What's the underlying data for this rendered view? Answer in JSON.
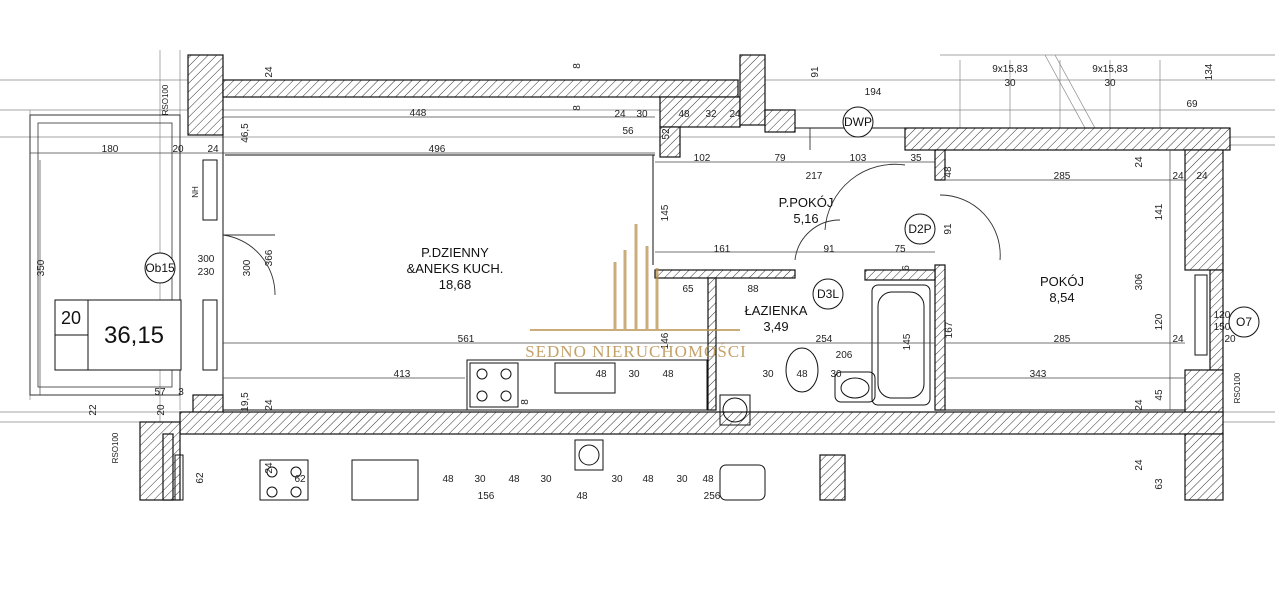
{
  "rooms": {
    "living": {
      "name_line1": "P.DZIENNY",
      "name_line2": "&ANEKS KUCH.",
      "area": "18,68"
    },
    "hall": {
      "name": "P.POKÓJ",
      "area": "5,16"
    },
    "bathroom": {
      "name": "ŁAZIENKA",
      "area": "3,49"
    },
    "bedroom": {
      "name": "POKÓJ",
      "area": "8,54"
    }
  },
  "unit": {
    "floor_code": "20",
    "total_area": "36,15"
  },
  "tags": {
    "ob15": "Ob15",
    "dwp": "DWP",
    "d2p": "D2P",
    "d3l": "D3L",
    "o7": "O7"
  },
  "stairs": {
    "left": "9x15,83",
    "right": "9x15,83",
    "left_sub": "30",
    "right_sub": "30"
  },
  "symbols": {
    "nh": "NH",
    "rso100_a": "RSO100",
    "rso100_b": "RSO100",
    "rso100_c": "RSO100"
  },
  "watermark": "SEDNO NIERUCHOMOŚCI",
  "dims": {
    "d448": "448",
    "d496": "496",
    "d180": "180",
    "d20a": "20",
    "d24a": "24",
    "d465": "46,5",
    "d350": "350",
    "d300a": "300",
    "d230": "230",
    "d300b": "300",
    "d366": "366",
    "d561": "561",
    "d413": "413",
    "d57": "57",
    "d3": "3",
    "d195": "19,5",
    "d22": "22",
    "d20b": "20",
    "d24top": "24",
    "d8a": "8",
    "d8b": "8",
    "d24b": "24",
    "d30a": "30",
    "d48a": "48",
    "d32": "32",
    "d24c": "24",
    "d56": "56",
    "d52": "52",
    "d102": "102",
    "d79": "79",
    "d217": "217",
    "d103": "103",
    "d35": "35",
    "d194": "194",
    "d145a": "145",
    "d161": "161",
    "d91a": "91",
    "d75": "75",
    "d91b": "91",
    "d48b": "48",
    "d88": "88",
    "d65": "65",
    "d146": "146",
    "d254": "254",
    "d206": "206",
    "d145b": "145",
    "d167": "167",
    "d285a": "285",
    "d141": "141",
    "d306": "306",
    "d120": "120",
    "d285b": "285",
    "d343": "343",
    "d45": "45",
    "d24d": "24",
    "d24e": "24",
    "d69": "69",
    "d134": "134",
    "d91c": "91",
    "d62": "62",
    "d156": "156",
    "d256": "256",
    "d63": "63",
    "d48c": "48",
    "d30b": "30",
    "d48d": "48",
    "d30c": "30",
    "d48e": "48",
    "d48f": "48",
    "d30d": "30",
    "d30e": "30",
    "d48g": "48",
    "d6": "6",
    "d8c": "8",
    "d24f": "24",
    "d24g": "24",
    "d24h": "24",
    "d30f": "30",
    "d48h": "48",
    "d48i": "48",
    "d30g": "30",
    "d48j": "48",
    "d30h": "30",
    "d24i": "24",
    "d120b": "120",
    "d150": "150",
    "d20c": "20",
    "d24j": "24",
    "d24k": "24",
    "d62b": "62"
  }
}
